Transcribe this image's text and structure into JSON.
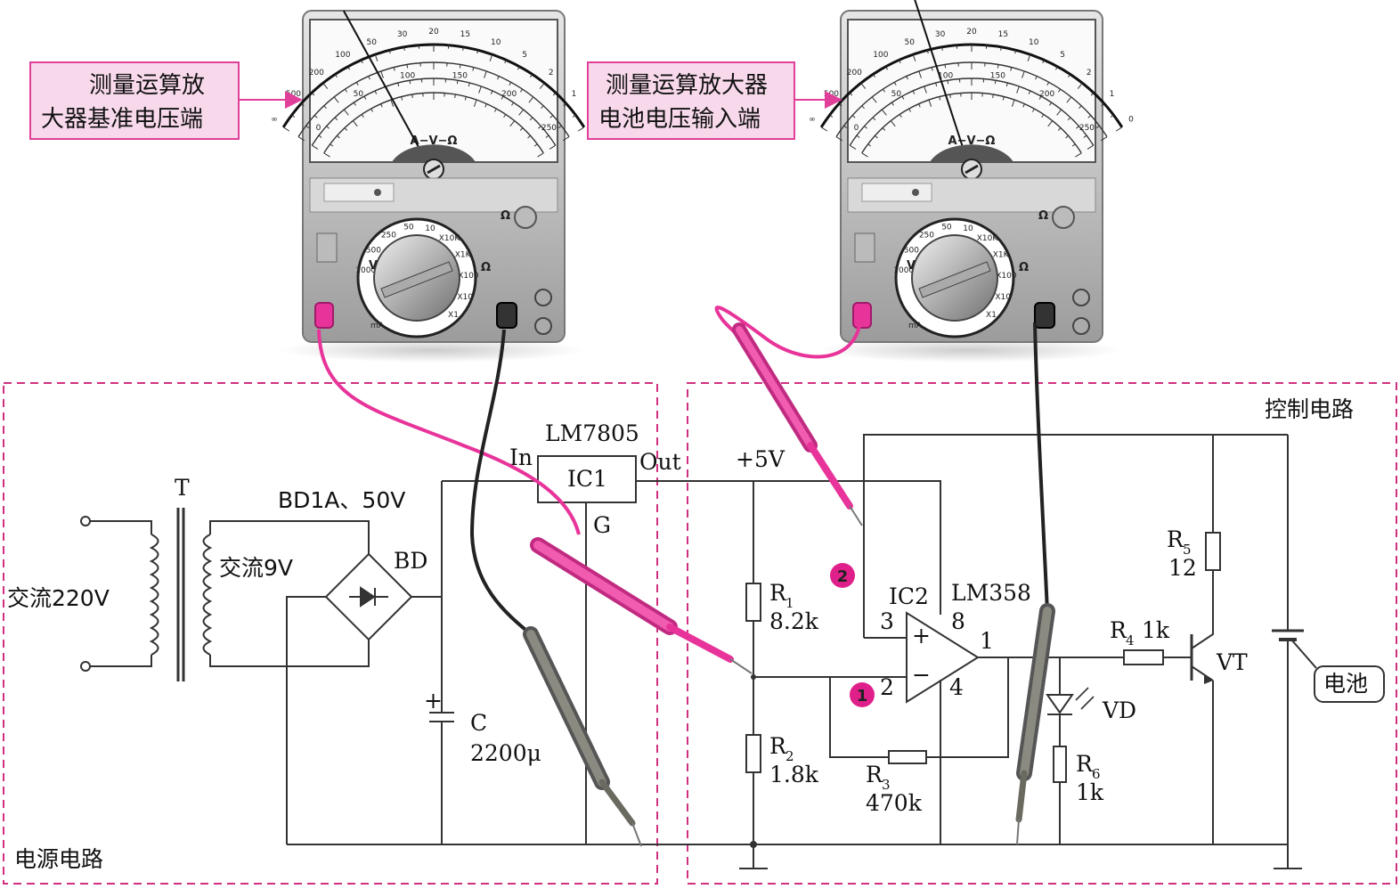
{
  "callouts": {
    "left": [
      "测量运算放",
      "大器基准电压端"
    ],
    "right": [
      "测量运算放大器",
      "电池电压输入端"
    ]
  },
  "sections": {
    "power": "电源电路",
    "control": "控制电路"
  },
  "power_circuit": {
    "transformer": "T",
    "input": "交流220V",
    "secondary": "交流9V",
    "bridge_spec": "BD1A、50V",
    "bridge": "BD",
    "cap_name": "C",
    "cap_value": "2200μ",
    "cap_plus": "+",
    "regulator_part": "LM7805",
    "regulator_name": "IC1",
    "reg_in": "In",
    "reg_out": "Out",
    "reg_g": "G"
  },
  "control_circuit": {
    "vcc": "+5V",
    "r1": "R",
    "r1_sub": "1",
    "r1_val": "8.2k",
    "r2": "R",
    "r2_sub": "2",
    "r2_val": "1.8k",
    "r3": "R",
    "r3_sub": "3",
    "r3_val": "470k",
    "r4": "R",
    "r4_sub": "4",
    "r4_val": "1k",
    "r5": "R",
    "r5_sub": "5",
    "r5_val": "12",
    "r6": "R",
    "r6_sub": "6",
    "r6_val": "1k",
    "ic2": "IC2",
    "ic2_part": "LM358",
    "pin3": "3",
    "pin2": "2",
    "pin8": "8",
    "pin4": "4",
    "pin1": "1",
    "plus_sign": "+",
    "minus_sign": "−",
    "vd": "VD",
    "vt": "VT",
    "battery": "电池",
    "point1": "1",
    "point2": "2"
  },
  "meter": {
    "dial_label": "A−V−Ω",
    "scale_top": [
      "∞",
      "500",
      "200",
      "100",
      "50",
      "30",
      "20",
      "15",
      "10",
      "5",
      "2",
      "1",
      "0"
    ],
    "scale_dc": [
      "0",
      "50",
      "100",
      "150",
      "200",
      "250"
    ],
    "selector_v": "V",
    "selector_ohm": "Ω",
    "selector_ma": "mA",
    "selector_ranges": [
      "1000",
      "500",
      "250",
      "50",
      "10",
      "X10K",
      "X1K",
      "X100",
      "X10",
      "X1"
    ]
  },
  "colors": {
    "callout_bg": "#f8d9ec",
    "callout_border": "#e0409a",
    "dashed": "#d0307f",
    "probe_red": "#e8349a",
    "probe_black": "#222222",
    "meter_body": "#c9c9c9",
    "wire": "#333333"
  }
}
